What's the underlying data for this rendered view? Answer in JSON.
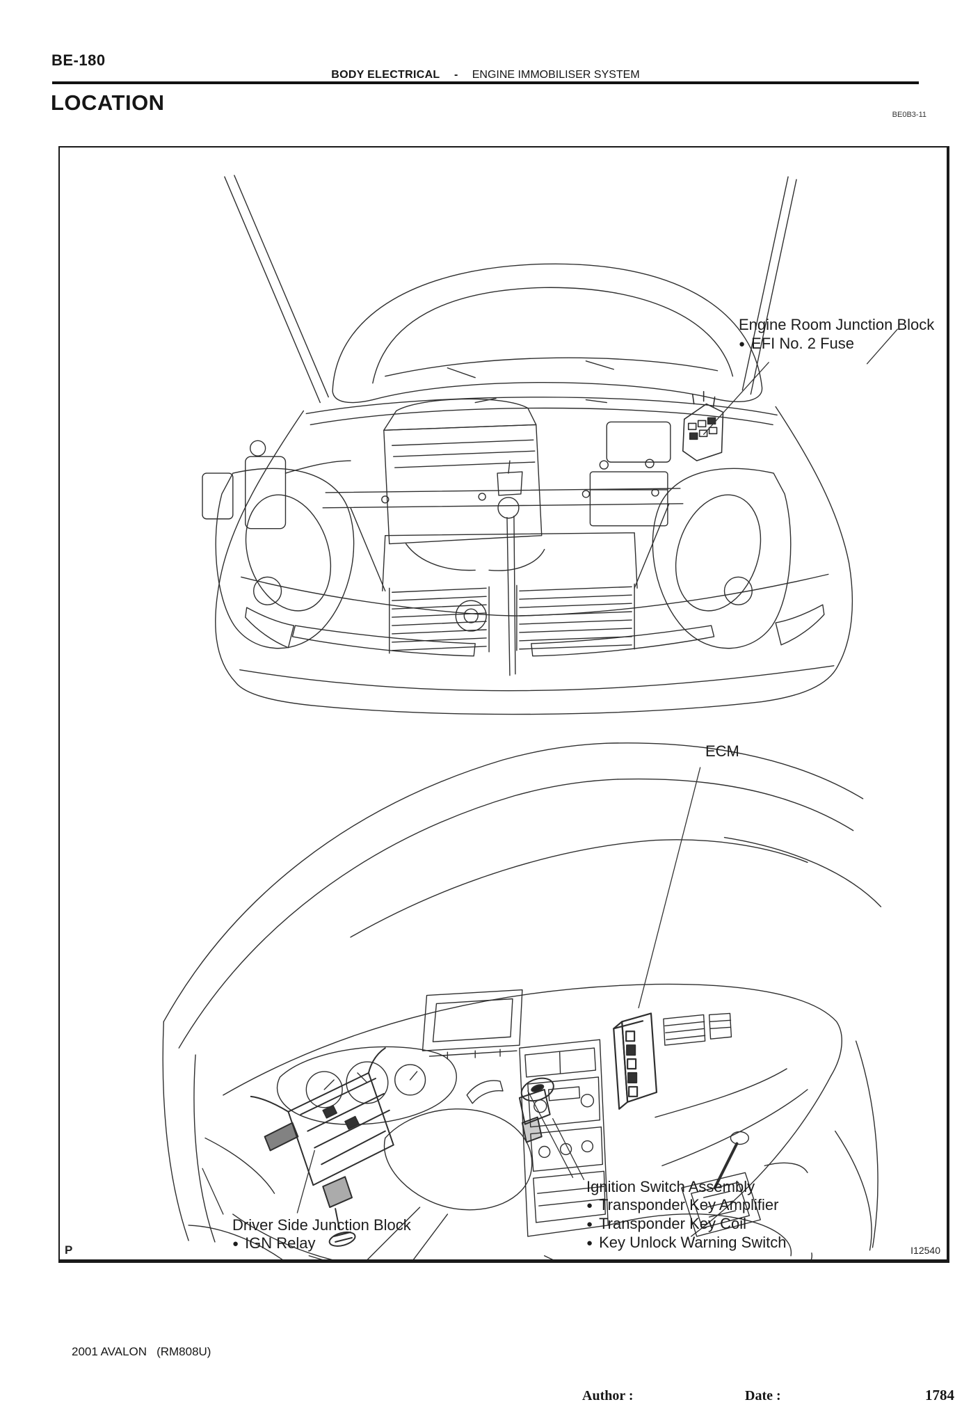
{
  "page": {
    "page_code": "BE-180",
    "section": "BODY ELECTRICAL",
    "separator": "-",
    "subsection": "ENGINE IMMOBILISER SYSTEM",
    "doc_code": "BE0B3-11",
    "title": "LOCATION"
  },
  "figure": {
    "bullet": "●",
    "corner_mark": "P",
    "figure_id": "I12540",
    "callouts": {
      "engine_room_junction_block": {
        "title": "Engine Room Junction Block",
        "items": [
          "EFI No. 2 Fuse"
        ]
      },
      "ecm": {
        "title": "ECM"
      },
      "ignition_switch": {
        "title": "Ignition Switch Assembly",
        "items": [
          "Transponder Key Amplifier",
          "Transponder Key Coil",
          "Key Unlock Warning Switch"
        ]
      },
      "driver_side_junction_block": {
        "title": "Driver Side Junction Block",
        "items": [
          "IGN Relay"
        ]
      }
    }
  },
  "footer": {
    "model": "2001 AVALON",
    "manual_code": "(RM808U)",
    "author_label": "Author :",
    "date_label": "Date :",
    "page_number": "1784"
  },
  "colors": {
    "ink": "#161616",
    "line": "#2e2e2e",
    "paper": "#ffffff"
  }
}
